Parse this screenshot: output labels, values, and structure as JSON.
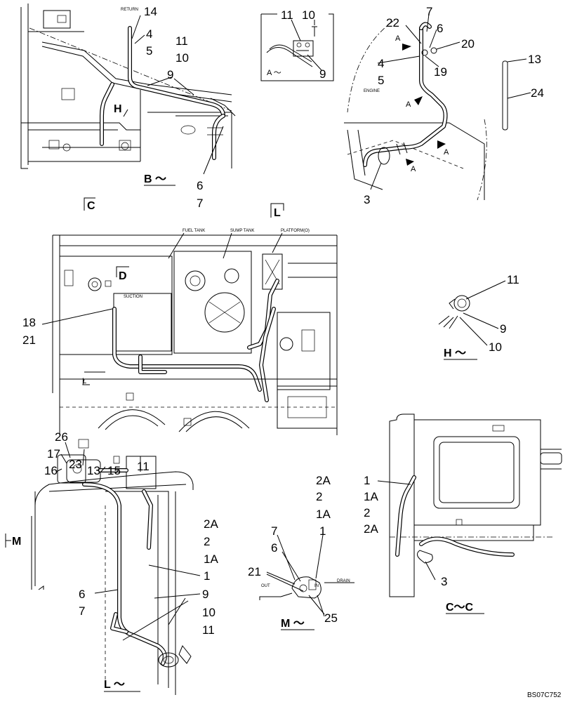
{
  "views": {
    "b": {
      "caption": "B ～",
      "section_c": "C",
      "section_l": "L",
      "text_return": "RETURN",
      "callouts": [
        "14",
        "4",
        "5",
        "11",
        "10",
        "9",
        "6",
        "7"
      ],
      "view_h_marker": "H"
    },
    "a": {
      "caption": "A ～",
      "callouts": [
        "11",
        "10",
        "9"
      ]
    },
    "engine": {
      "label": "ENGINE",
      "callouts": [
        "7",
        "22",
        "6",
        "20",
        "19",
        "4",
        "5",
        "3"
      ],
      "arrow_label": "A"
    },
    "part24": {
      "callouts": [
        "13",
        "24"
      ]
    },
    "top": {
      "fuel_tank": "FUEL TANK",
      "sump_tank": "SUMP TANK",
      "platform": "PLATFORM(O)",
      "suction": "SUCTION",
      "view_d_marker": "D",
      "view_l_marker": "L",
      "callouts": [
        "18",
        "21"
      ]
    },
    "h": {
      "caption": "H ～",
      "callouts": [
        "11",
        "9",
        "10"
      ]
    },
    "cc": {
      "caption": "C～C",
      "callouts": [
        "1",
        "1A",
        "2",
        "2A",
        "3"
      ]
    },
    "l": {
      "caption": "L ～",
      "view_m_marker": "M",
      "callouts_top": [
        "26",
        "17",
        "16",
        "23",
        "13",
        "15",
        "11"
      ],
      "callouts_right": [
        "2A",
        "2",
        "1A",
        "1"
      ],
      "callouts_left": [
        "6",
        "7"
      ],
      "callouts_bottom": [
        "9",
        "10",
        "11"
      ]
    },
    "m": {
      "caption": "M ～",
      "out": "OUT",
      "in": "IN",
      "drain": "DRAIN",
      "callouts": [
        "2A",
        "2",
        "1A",
        "7",
        "6",
        "1",
        "21",
        "25"
      ]
    }
  },
  "reference": "BS07C752"
}
